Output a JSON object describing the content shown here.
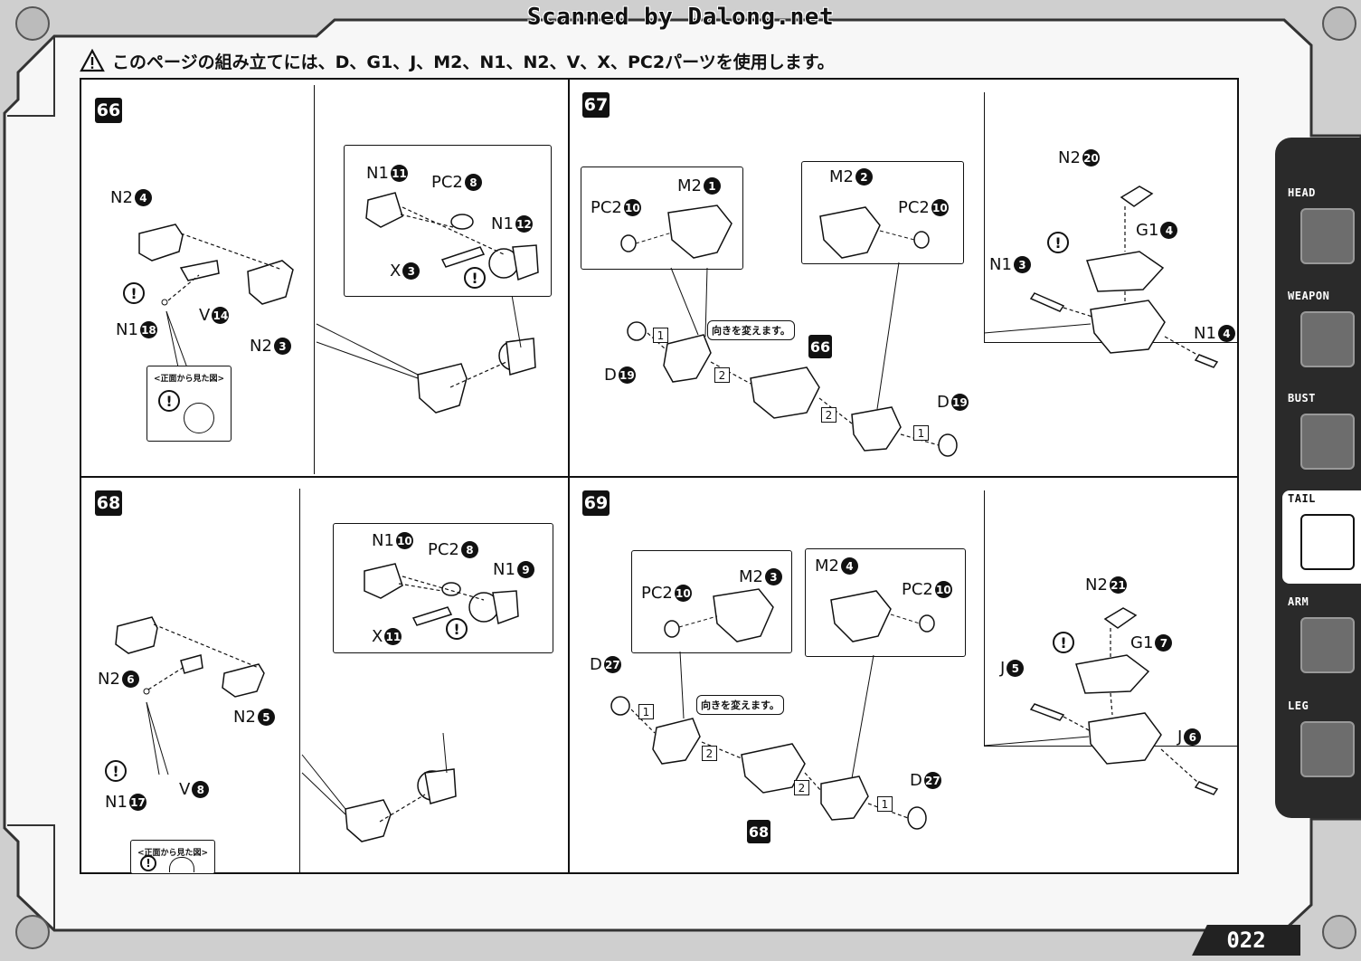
{
  "watermark": "Scanned by Dalong.net",
  "notice": "このページの組み立てには、D、G1、J、M2、N1、N2、V、X、PC2パーツを使用します。",
  "page_number": "022",
  "sidebar_tabs": [
    {
      "label": "HEAD",
      "icon": "dragon-head-icon",
      "active": false
    },
    {
      "label": "WEAPON",
      "icon": "weapon-icon",
      "active": false
    },
    {
      "label": "BUST",
      "icon": "bust-icon",
      "active": false
    },
    {
      "label": "TAIL",
      "icon": "tail-icon",
      "active": true
    },
    {
      "label": "ARM",
      "icon": "arm-icon",
      "active": false
    },
    {
      "label": "LEG",
      "icon": "leg-icon",
      "active": false
    }
  ],
  "steps": {
    "s66": {
      "number": "66",
      "labels": [
        {
          "part": "N2",
          "num": "4"
        },
        {
          "part": "V",
          "num": "14"
        },
        {
          "part": "N1",
          "num": "18"
        },
        {
          "part": "N2",
          "num": "3"
        },
        {
          "part": "N1",
          "num": "11"
        },
        {
          "part": "PC2",
          "num": "8"
        },
        {
          "part": "N1",
          "num": "12"
        },
        {
          "part": "X",
          "num": "3"
        }
      ],
      "front_view": "<正面から見た図>",
      "exclaim": "!"
    },
    "s67": {
      "number": "67",
      "labels": [
        {
          "part": "PC2",
          "num": "10"
        },
        {
          "part": "M2",
          "num": "1"
        },
        {
          "part": "M2",
          "num": "2"
        },
        {
          "part": "PC2",
          "num": "10"
        },
        {
          "part": "D",
          "num": "19"
        },
        {
          "part": "D",
          "num": "19"
        },
        {
          "part": "N2",
          "num": "20"
        },
        {
          "part": "G1",
          "num": "4"
        },
        {
          "part": "N1",
          "num": "3"
        },
        {
          "part": "N1",
          "num": "4"
        }
      ],
      "callout": "向きを変えます。",
      "ref_step": "66",
      "seq": [
        "1",
        "2",
        "2",
        "1"
      ]
    },
    "s68": {
      "number": "68",
      "labels": [
        {
          "part": "N2",
          "num": "6"
        },
        {
          "part": "N2",
          "num": "5"
        },
        {
          "part": "V",
          "num": "8"
        },
        {
          "part": "N1",
          "num": "17"
        },
        {
          "part": "N1",
          "num": "10"
        },
        {
          "part": "PC2",
          "num": "8"
        },
        {
          "part": "N1",
          "num": "9"
        },
        {
          "part": "X",
          "num": "11"
        }
      ],
      "front_view": "<正面から見た図>"
    },
    "s69": {
      "number": "69",
      "labels": [
        {
          "part": "PC2",
          "num": "10"
        },
        {
          "part": "M2",
          "num": "3"
        },
        {
          "part": "M2",
          "num": "4"
        },
        {
          "part": "PC2",
          "num": "10"
        },
        {
          "part": "D",
          "num": "27"
        },
        {
          "part": "D",
          "num": "27"
        },
        {
          "part": "N2",
          "num": "21"
        },
        {
          "part": "G1",
          "num": "7"
        },
        {
          "part": "J",
          "num": "5"
        },
        {
          "part": "J",
          "num": "6"
        }
      ],
      "callout": "向きを変えます。",
      "ref_step": "68",
      "seq": [
        "1",
        "2",
        "2",
        "1"
      ]
    }
  }
}
